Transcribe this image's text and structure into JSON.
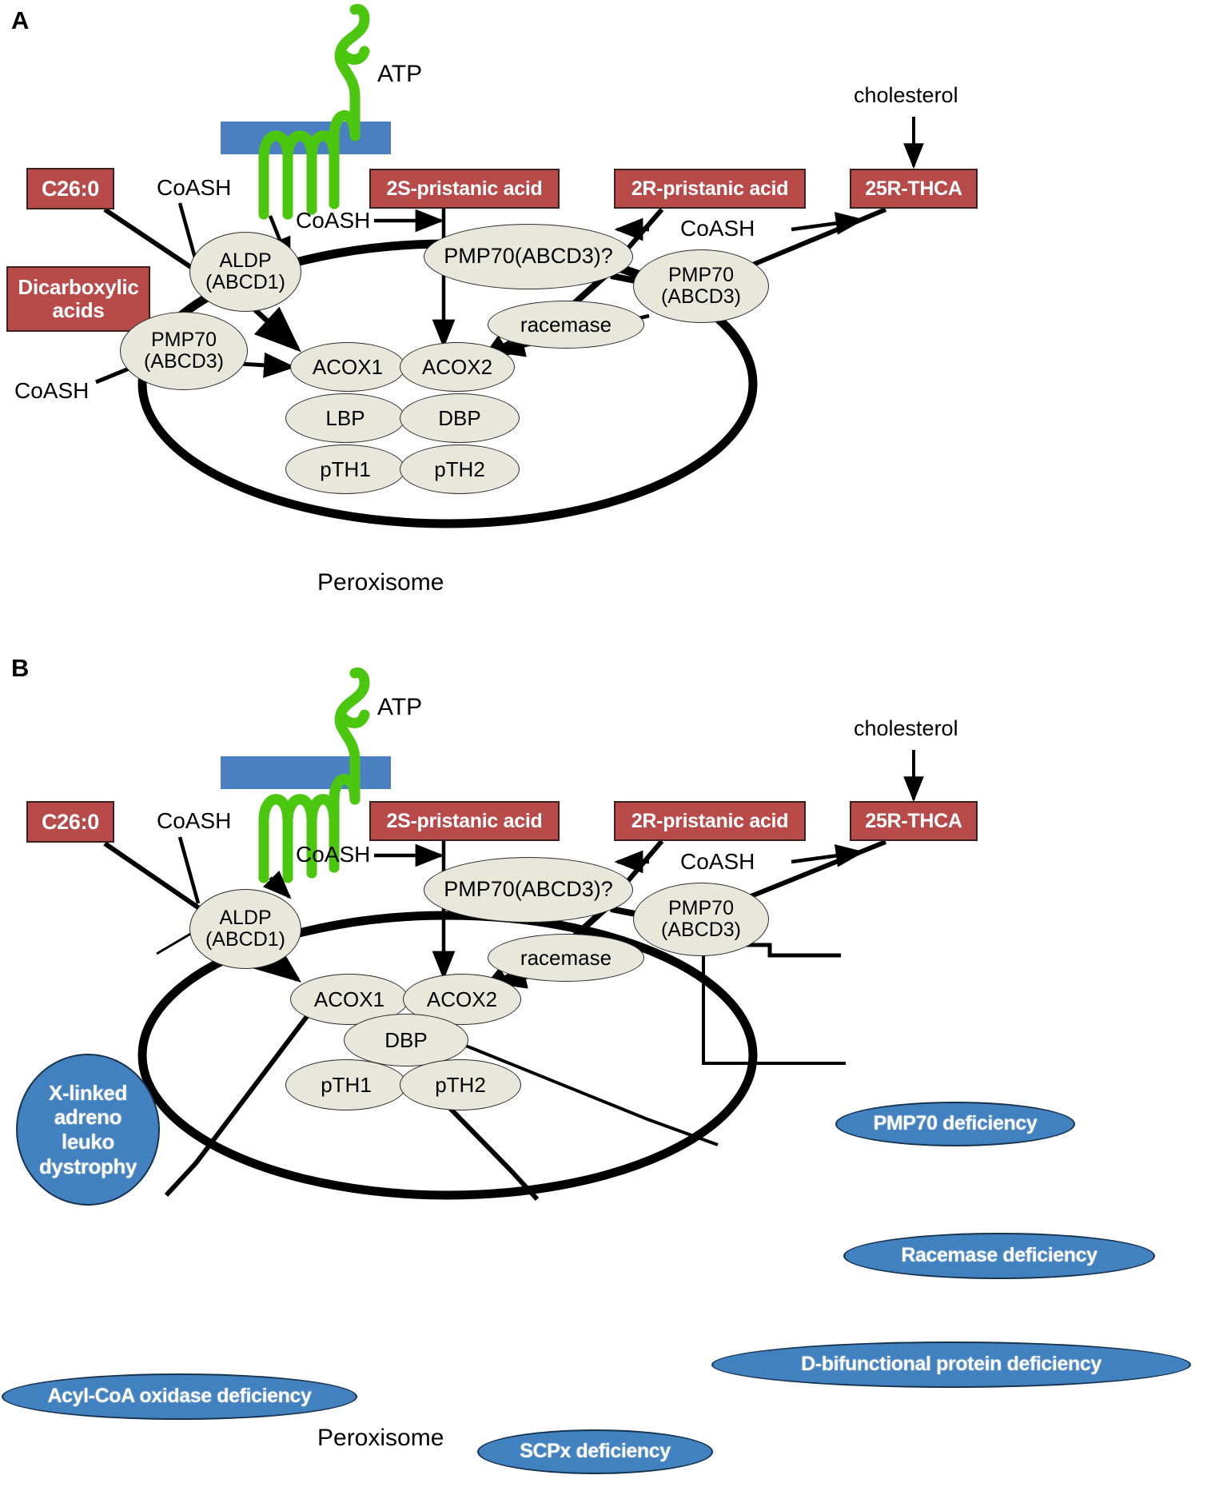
{
  "figure": {
    "panels": [
      {
        "letter": "A",
        "organelle_label": "Peroxisome",
        "membrane_protein_label": "ATP",
        "substrates": [
          {
            "id": "c26",
            "label": "C26:0"
          },
          {
            "id": "dicarboxylic",
            "label": "Dicarboxylic\nacids"
          },
          {
            "id": "pristanic_2s",
            "label": "2S-pristanic acid"
          },
          {
            "id": "pristanic_2r",
            "label": "2R-pristanic acid"
          },
          {
            "id": "thca",
            "label": "25R-THCA"
          }
        ],
        "cofactors": [
          {
            "id": "coash_top_left",
            "label": "CoASH"
          },
          {
            "id": "coash_left_lower",
            "label": "CoASH"
          },
          {
            "id": "coash_mid",
            "label": "CoASH"
          },
          {
            "id": "coash_right",
            "label": "CoASH"
          }
        ],
        "precursor": {
          "id": "cholesterol",
          "label": "cholesterol"
        },
        "transporters": [
          {
            "id": "aldp",
            "label": "ALDP\n(ABCD1)"
          },
          {
            "id": "pmp70_left",
            "label": "PMP70\n(ABCD3)"
          },
          {
            "id": "pmp70_q",
            "label": "PMP70(ABCD3)?"
          },
          {
            "id": "pmp70_right",
            "label": "PMP70\n(ABCD3)"
          }
        ],
        "enzymes": [
          {
            "id": "racemase",
            "label": "racemase"
          },
          {
            "id": "acox1",
            "label": "ACOX1"
          },
          {
            "id": "acox2",
            "label": "ACOX2"
          },
          {
            "id": "lbp",
            "label": "LBP"
          },
          {
            "id": "dbp",
            "label": "DBP"
          },
          {
            "id": "pth1",
            "label": "pTH1"
          },
          {
            "id": "pth2",
            "label": "pTH2"
          }
        ]
      },
      {
        "letter": "B",
        "organelle_label": "Peroxisome",
        "membrane_protein_label": "ATP",
        "substrates": [
          {
            "id": "c26",
            "label": "C26:0"
          },
          {
            "id": "pristanic_2s",
            "label": "2S-pristanic acid"
          },
          {
            "id": "pristanic_2r",
            "label": "2R-pristanic acid"
          },
          {
            "id": "thca",
            "label": "25R-THCA"
          }
        ],
        "cofactors": [
          {
            "id": "coash_top_left",
            "label": "CoASH"
          },
          {
            "id": "coash_mid",
            "label": "CoASH"
          },
          {
            "id": "coash_right",
            "label": "CoASH"
          }
        ],
        "precursor": {
          "id": "cholesterol",
          "label": "cholesterol"
        },
        "transporters": [
          {
            "id": "aldp",
            "label": "ALDP\n(ABCD1)"
          },
          {
            "id": "pmp70_q",
            "label": "PMP70(ABCD3)?"
          },
          {
            "id": "pmp70_right",
            "label": "PMP70\n(ABCD3)"
          }
        ],
        "enzymes": [
          {
            "id": "racemase",
            "label": "racemase"
          },
          {
            "id": "acox1",
            "label": "ACOX1"
          },
          {
            "id": "acox2",
            "label": "ACOX2"
          },
          {
            "id": "dbp",
            "label": "DBP"
          },
          {
            "id": "pth1",
            "label": "pTH1"
          },
          {
            "id": "pth2",
            "label": "pTH2"
          }
        ],
        "diseases": [
          {
            "id": "xald",
            "label": "X-linked\nadreno\nleuko\ndystrophy"
          },
          {
            "id": "pmp70_def",
            "label": "PMP70 deficiency"
          },
          {
            "id": "racemase_def",
            "label": "Racemase deficiency"
          },
          {
            "id": "dbp_def",
            "label": "D-bifunctional protein deficiency"
          },
          {
            "id": "acox_def",
            "label": "Acyl-CoA oxidase deficiency"
          },
          {
            "id": "scpx_def",
            "label": "SCPx deficiency"
          }
        ]
      }
    ],
    "colors": {
      "substrate_box_fill": "#b94a4a",
      "substrate_box_text": "#ffffff",
      "protein_ellipse_fill": "#e8e7dc",
      "disease_ellipse_fill": "#4281bf",
      "disease_ellipse_text": "#ffffff",
      "membrane_band": "#4a7fc1",
      "transporter_helix": "#4cc70f",
      "organelle_outline": "#000000",
      "background": "#ffffff"
    }
  }
}
